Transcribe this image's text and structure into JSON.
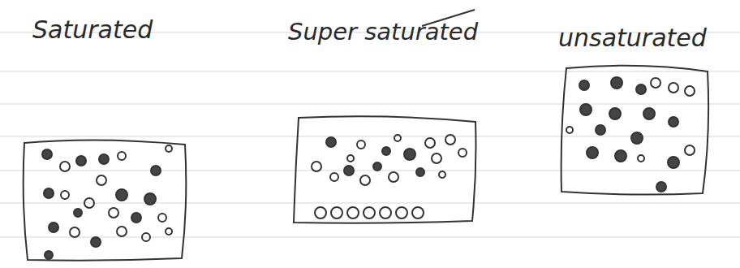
{
  "diagram": {
    "labels": [
      "Saturated",
      "Super saturated",
      "unsaturated"
    ]
  }
}
